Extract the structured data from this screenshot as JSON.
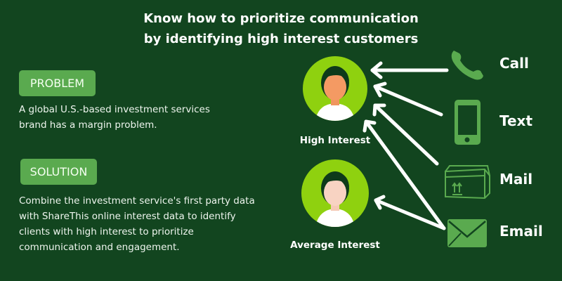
{
  "title": {
    "line1": "Know how to prioritize communication",
    "line2": "by identifying high interest customers"
  },
  "problem": {
    "tag": "PROBLEM",
    "lines": [
      "A global U.S.-based investment services",
      "brand has a margin problem."
    ]
  },
  "solution": {
    "tag": "SOLUTION",
    "lines": [
      "Combine the investment service's first party data",
      "with ShareThis online interest data to identify",
      "clients with high interest to prioritize",
      "communication and engagement."
    ]
  },
  "segments": {
    "high": "High Interest",
    "average": "Average Interest"
  },
  "channels": [
    {
      "label": "Call",
      "icon": "phone-icon"
    },
    {
      "label": "Text",
      "icon": "mobile-phone-icon"
    },
    {
      "label": "Mail",
      "icon": "package-box-icon"
    },
    {
      "label": "Email",
      "icon": "envelope-icon"
    }
  ],
  "colors": {
    "background": "#12451f",
    "tag": "#5aaa4f",
    "avatar_circle": "#8fd10f",
    "icon": "#5aaa4f"
  }
}
